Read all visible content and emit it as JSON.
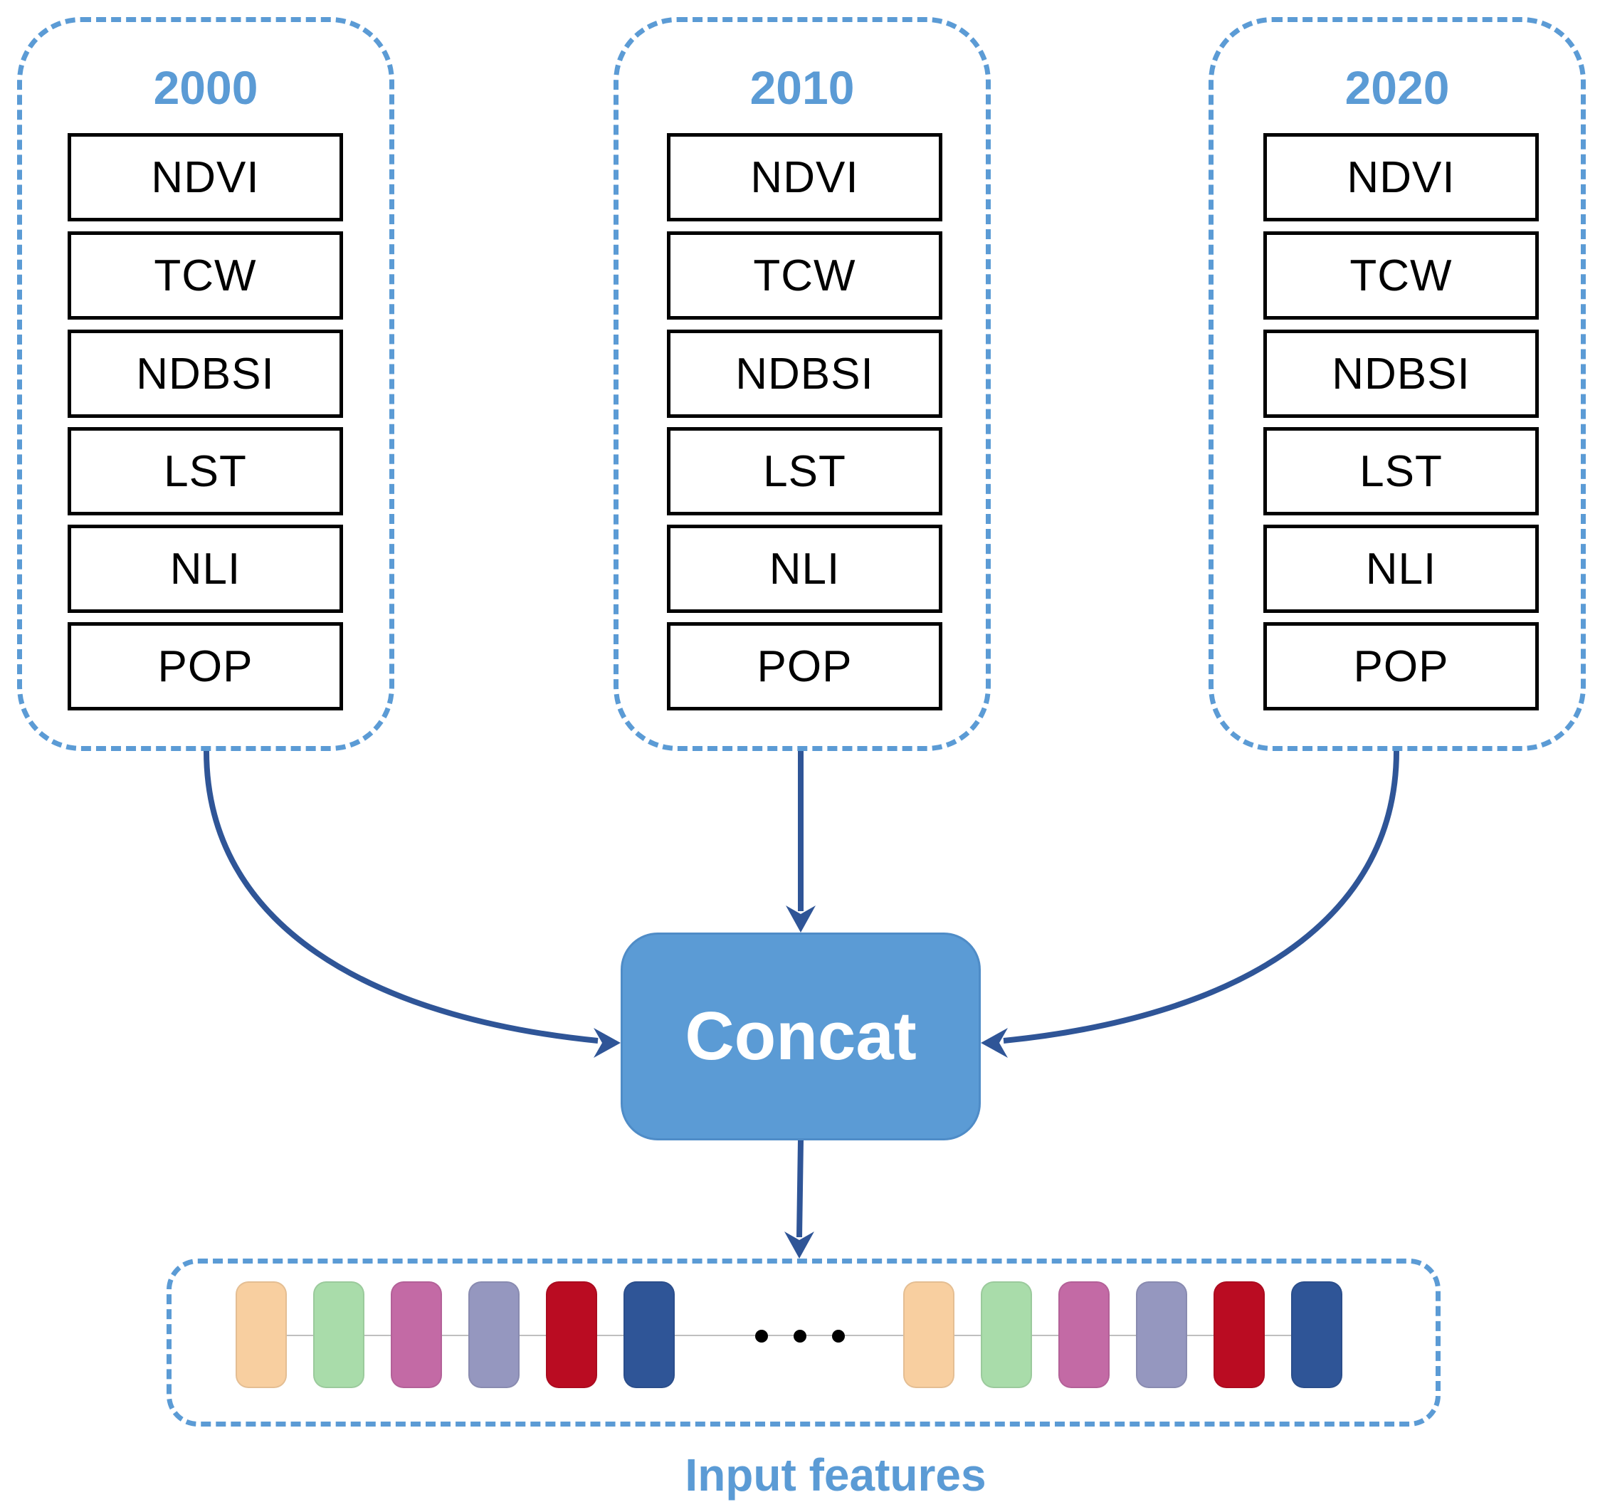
{
  "groups": [
    {
      "year": "2000",
      "variables": [
        "NDVI",
        "TCW",
        "NDBSI",
        "LST",
        "NLI",
        "POP"
      ]
    },
    {
      "year": "2010",
      "variables": [
        "NDVI",
        "TCW",
        "NDBSI",
        "LST",
        "NLI",
        "POP"
      ]
    },
    {
      "year": "2020",
      "variables": [
        "NDVI",
        "TCW",
        "NDBSI",
        "LST",
        "NLI",
        "POP"
      ]
    }
  ],
  "concat_label": "Concat",
  "features_label": "Input features",
  "feature_colors": [
    "#f8cfa0",
    "#a9dcaa",
    "#c36aa5",
    "#9597bf",
    "#ba0c22",
    "#2f5597"
  ],
  "ellipsis_count": 3,
  "colors": {
    "accent": "#5b9bd5",
    "arrow": "#2f5597",
    "box_border": "#000000"
  }
}
